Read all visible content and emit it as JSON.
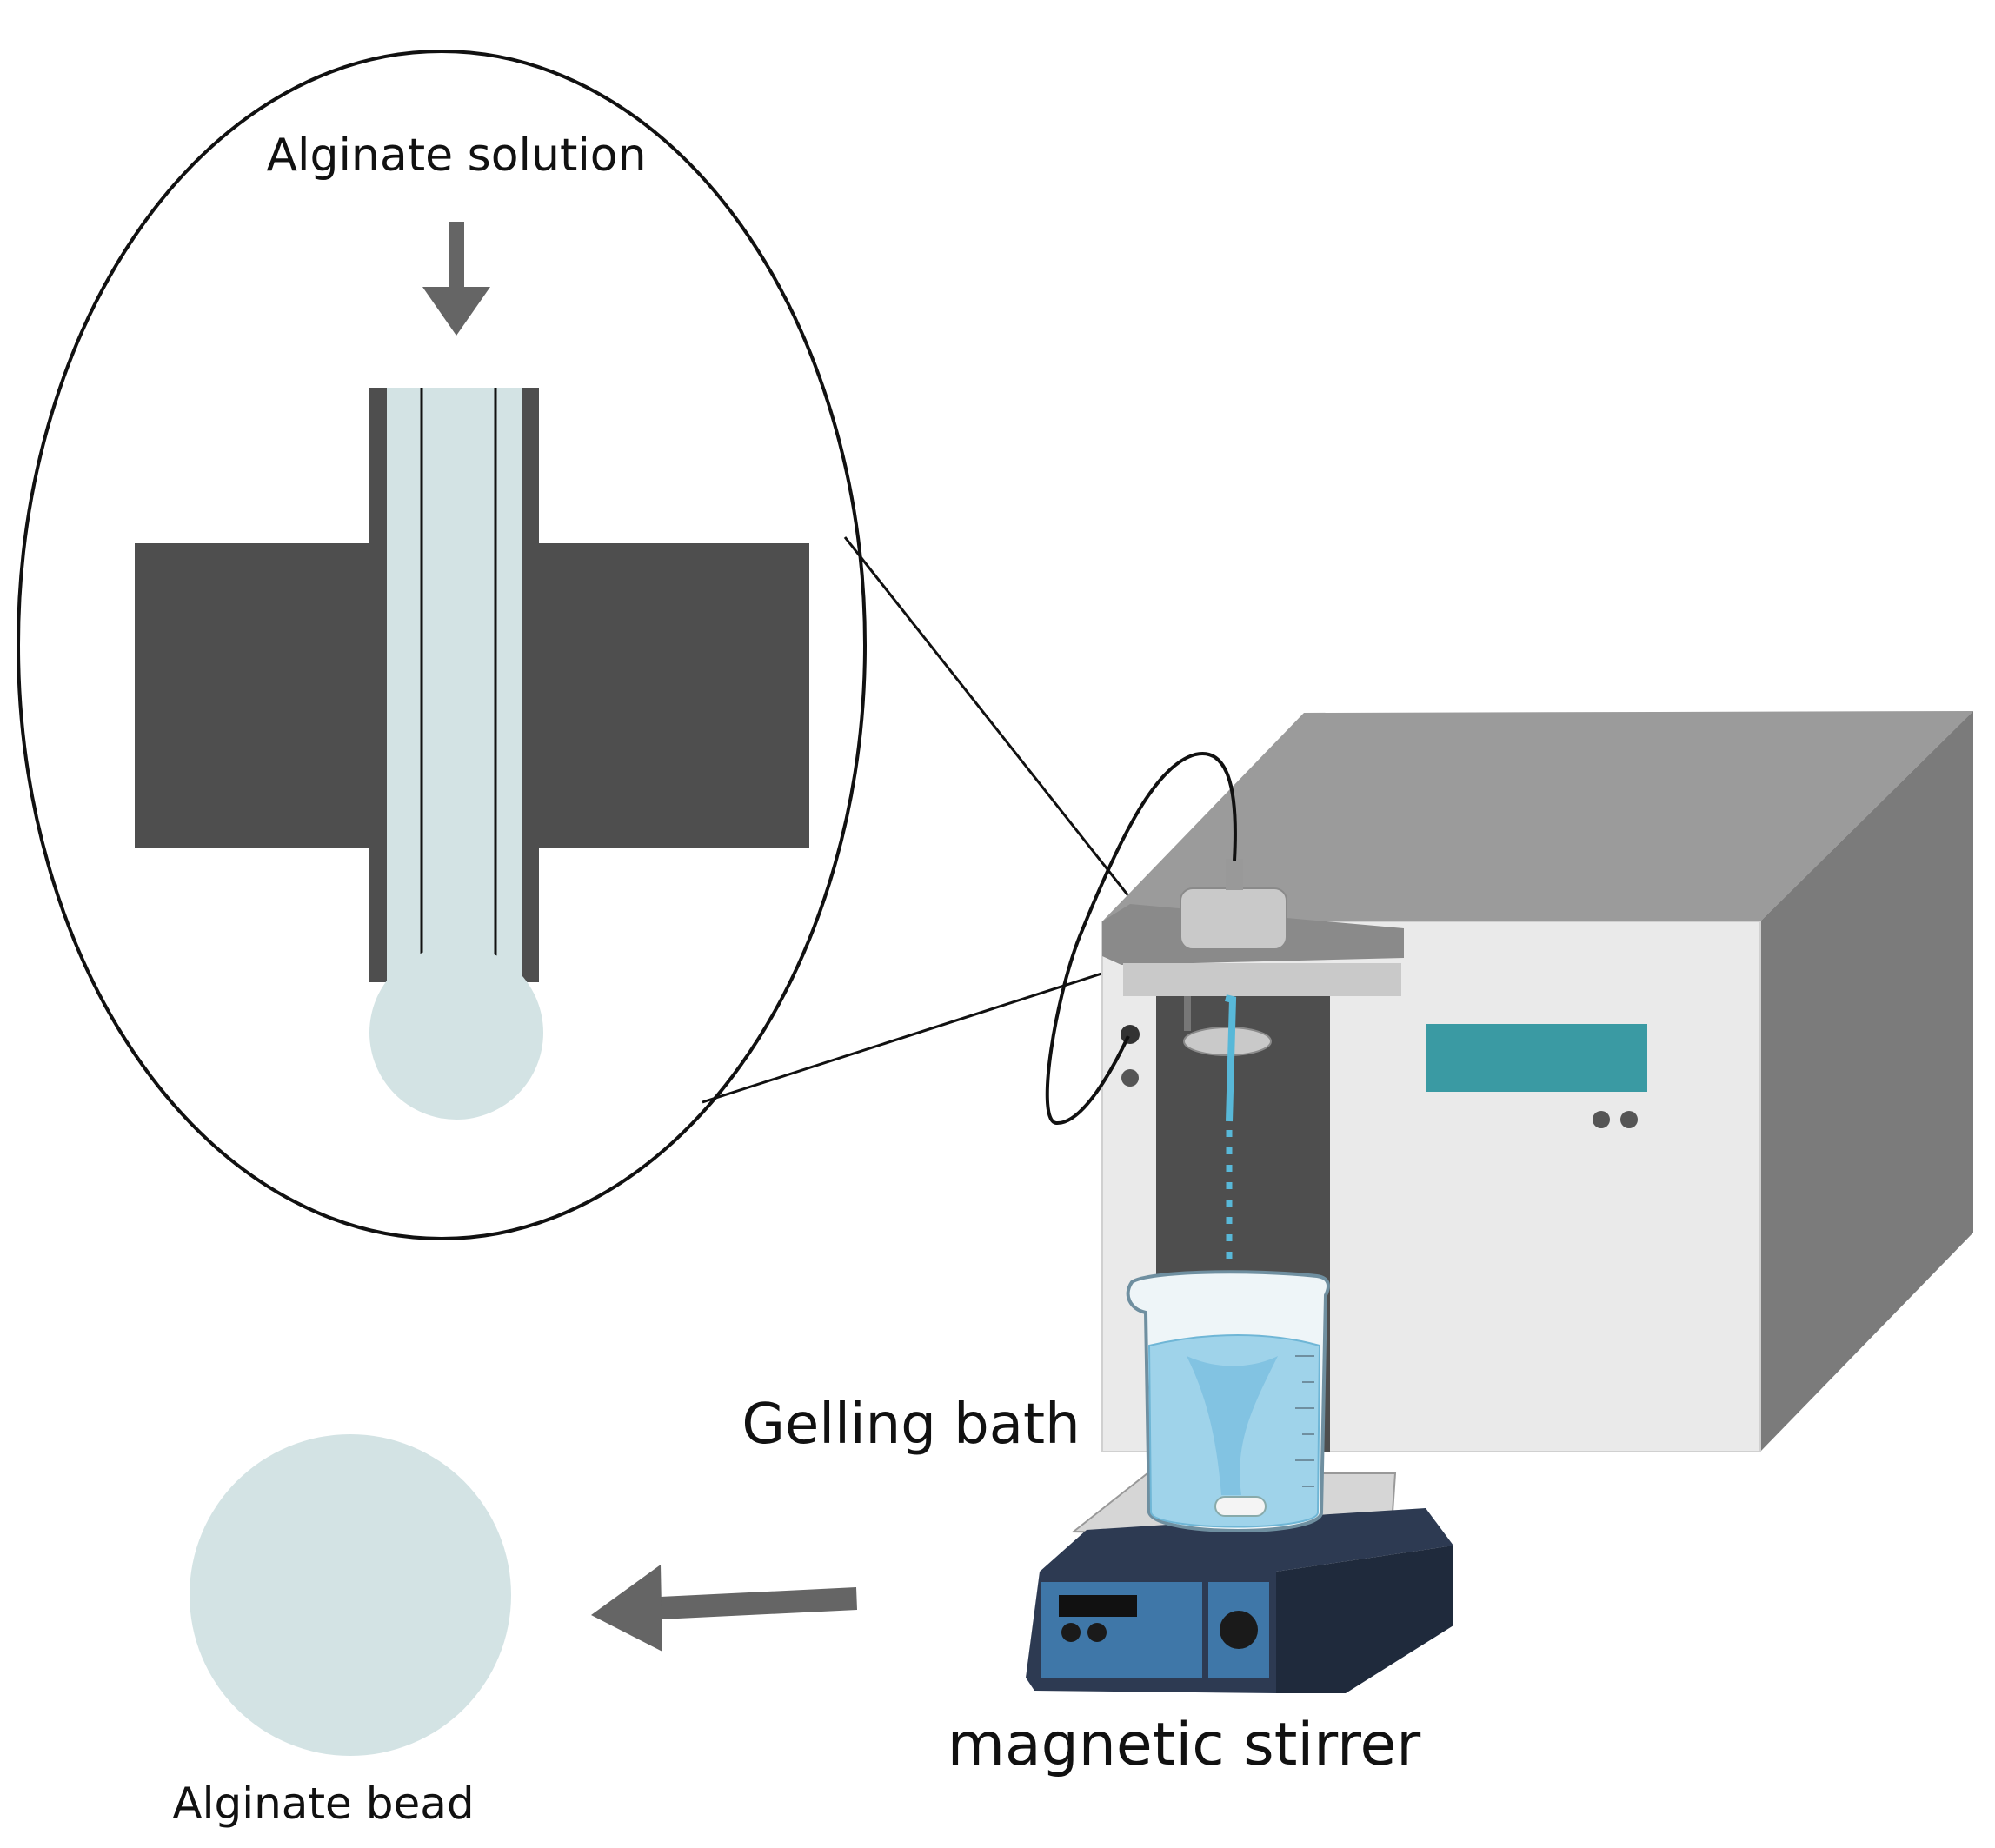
{
  "labels": {
    "alginate_solution": "Alginate solution",
    "gelling_bath": "Gelling bath",
    "magnetic_stirrer": "magnetic stirrer",
    "alginate_bead": "Alginate bead"
  },
  "colors": {
    "nozzle_body": "#4e4e4e",
    "nozzle_channel": "#d3e3e4",
    "droplet": "#d3e3e4",
    "bead": "#d3e3e4",
    "arrow": "#656565",
    "machine_front": "#eaeaea",
    "machine_top": "#9b9b9b",
    "machine_side": "#7b7b7b",
    "machine_recess": "#4e4e4e",
    "display": "#3a9aa3",
    "liquid": "#9fd3ea",
    "stirrer_base": "#2d3a52",
    "stirrer_panel": "#3f77a8",
    "alginate_stream": "#58b8d8"
  },
  "icons": {
    "input_arrow": "down-arrow-icon",
    "output_arrow": "left-arrow-icon"
  }
}
